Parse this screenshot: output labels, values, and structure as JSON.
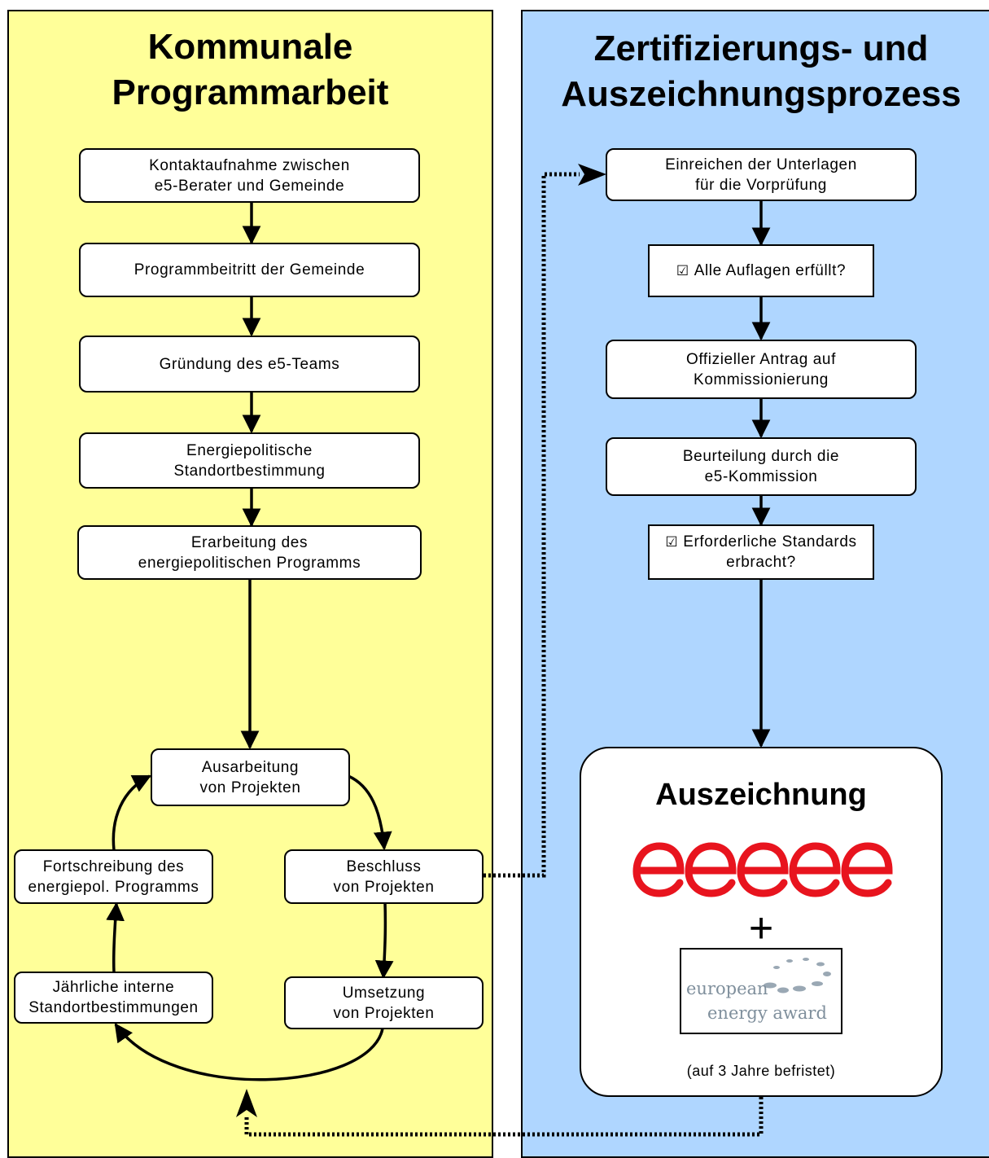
{
  "left": {
    "title_line1": "Kommunale",
    "title_line2": "Programmarbeit",
    "steps": [
      {
        "line1": "Kontaktaufnahme zwischen",
        "line2": "e5-Berater und Gemeinde"
      },
      {
        "line1": "Programmbeitritt der Gemeinde"
      },
      {
        "line1": "Gründung des e5-Teams"
      },
      {
        "line1": "Energiepolitische",
        "line2": "Standortbestimmung"
      },
      {
        "line1": "Erarbeitung des",
        "line2": "energiepolitischen Programms"
      }
    ],
    "cycle": {
      "ausarbeitung": {
        "line1": "Ausarbeitung",
        "line2": "von Projekten"
      },
      "beschluss": {
        "line1": "Beschluss",
        "line2": "von Projekten"
      },
      "umsetzung": {
        "line1": "Umsetzung",
        "line2": "von Projekten"
      },
      "jaehrliche": {
        "line1": "Jährliche interne",
        "line2": "Standortbestimmungen"
      },
      "fortschreibung": {
        "line1": "Fortschreibung des",
        "line2": "energiepol. Programms"
      }
    }
  },
  "right": {
    "title_line1": "Zertifizierungs- und",
    "title_line2": "Auszeichnungsprozess",
    "steps": {
      "einreichen": {
        "line1": "Einreichen der Unterlagen",
        "line2": "für die Vorprüfung"
      },
      "auflagen": {
        "check": "☑",
        "line1": "Alle Auflagen erfüllt?"
      },
      "antrag": {
        "line1": "Offizieller Antrag auf",
        "line2": "Kommissionierung"
      },
      "beurteilung": {
        "line1": "Beurteilung durch die",
        "line2": "e5-Kommission"
      },
      "standards": {
        "check": "☑",
        "line1": "Erforderliche Standards",
        "line2": "erbracht?"
      }
    },
    "award": {
      "title": "Auszeichnung",
      "plus": "+",
      "logo_line1": "european",
      "logo_line2": "energy award",
      "note": "(auf 3 Jahre befristet)"
    }
  },
  "colors": {
    "left_panel": "#ffff99",
    "right_panel": "#afd6ff",
    "e5_red": "#e8141e",
    "logo_gray": "#7f8f9c"
  }
}
